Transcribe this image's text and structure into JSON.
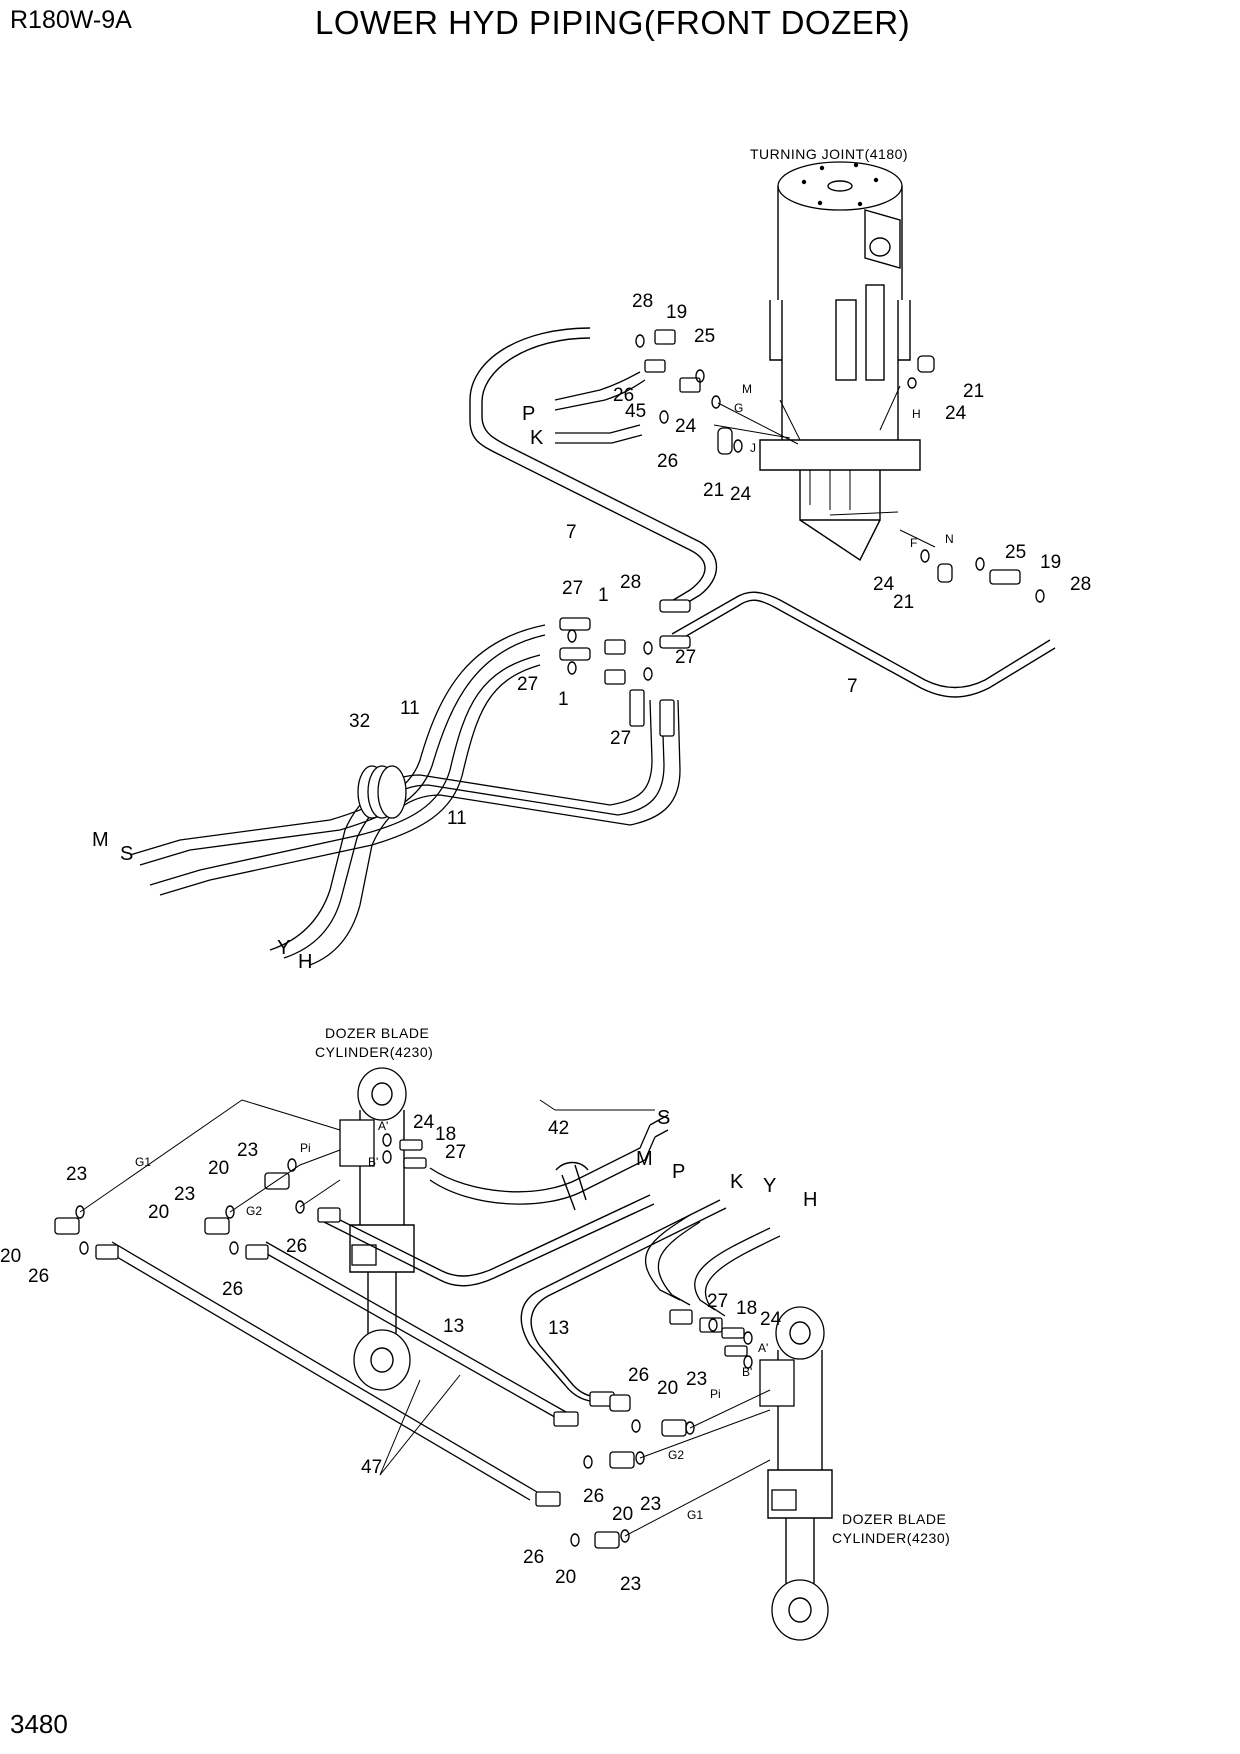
{
  "header": {
    "model": "R180W-9A",
    "title": "LOWER HYD PIPING(FRONT DOZER)"
  },
  "footer": {
    "page_number": "3480"
  },
  "captions": {
    "turning_joint": "TURNING JOINT(4180)",
    "dozer_cyl_1_line1": "DOZER BLADE",
    "dozer_cyl_1_line2": "CYLINDER(4230)",
    "dozer_cyl_2_line1": "DOZER BLADE",
    "dozer_cyl_2_line2": "CYLINDER(4230)"
  },
  "hose_letters": {
    "P": "P",
    "K": "K",
    "M": "M",
    "S": "S",
    "Y": "Y",
    "H": "H"
  },
  "port_labels": {
    "M": "M",
    "G": "G",
    "H": "H",
    "J": "J",
    "F": "F",
    "N": "N",
    "Pi": "Pi",
    "G1": "G1",
    "G2": "G2",
    "A": "A'",
    "B": "B'"
  },
  "callouts": {
    "n1": "1",
    "n7": "7",
    "n11": "11",
    "n13": "13",
    "n18": "18",
    "n19": "19",
    "n20": "20",
    "n21": "21",
    "n23": "23",
    "n24": "24",
    "n25": "25",
    "n26": "26",
    "n27": "27",
    "n28": "28",
    "n32": "32",
    "n42": "42",
    "n45": "45",
    "n47": "47"
  }
}
